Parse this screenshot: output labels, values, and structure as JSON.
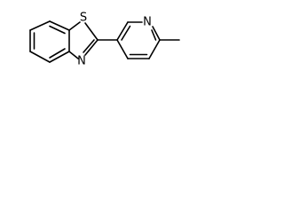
{
  "molecule": {
    "atoms": {
      "sulfur": "S",
      "thiazole_nitrogen": "N",
      "pyridine_nitrogen": "N"
    }
  }
}
